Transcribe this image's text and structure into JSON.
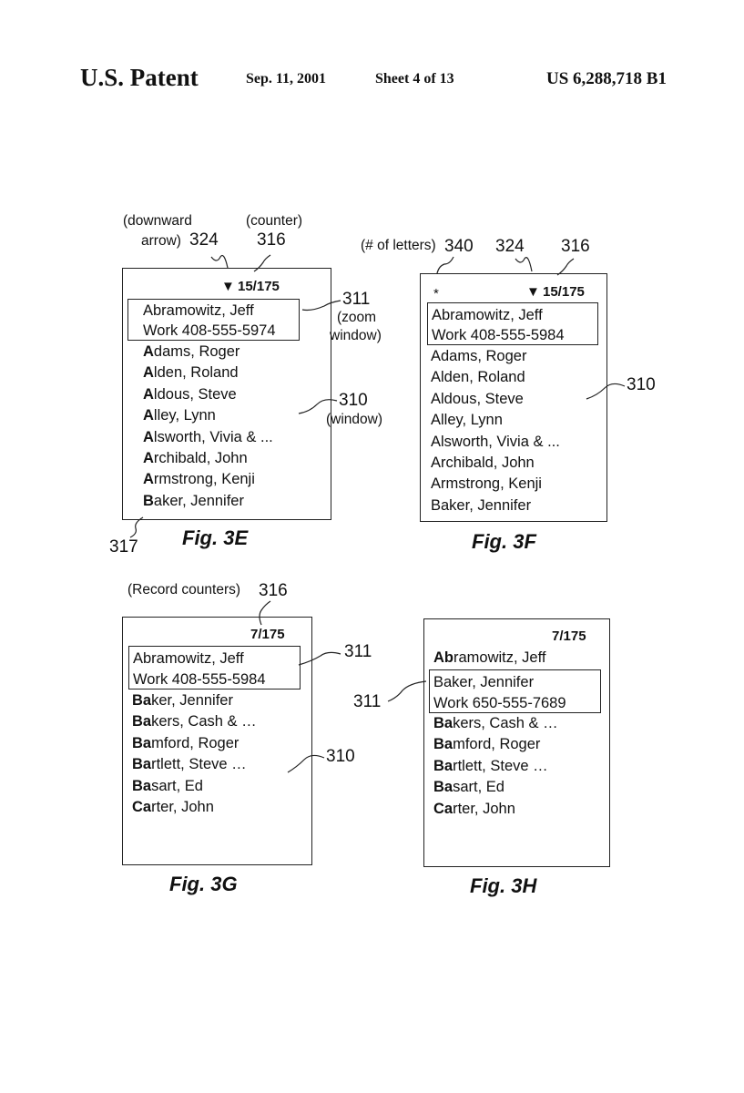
{
  "header": {
    "title": "U.S. Patent",
    "date": "Sep. 11, 2001",
    "sheet": "Sheet 4 of 13",
    "patent_number": "US 6,288,718 B1"
  },
  "fig3e": {
    "label": "Fig. 3E",
    "arrow_caption_1": "(downward",
    "arrow_caption_2": "arrow)",
    "arrow_ref": "324",
    "counter_caption": "(counter)",
    "counter_ref": "316",
    "arrow_glyph": "▼",
    "counter": "15/175",
    "zoom_name": "Abramowitz, Jeff",
    "zoom_phone": "Work  408-555-5974",
    "zoom_ref": "311",
    "zoom_caption_1": "(zoom",
    "zoom_caption_2": "window)",
    "window_ref": "310",
    "window_caption": "(window)",
    "bottom_ref": "317",
    "rows": [
      {
        "hl": "A",
        "rest": "dams, Roger"
      },
      {
        "hl": "A",
        "rest": "lden, Roland"
      },
      {
        "hl": "A",
        "rest": "ldous, Steve"
      },
      {
        "hl": "A",
        "rest": "lley, Lynn"
      },
      {
        "hl": "A",
        "rest": "lsworth, Vivia & ..."
      },
      {
        "hl": "A",
        "rest": "rchibald, John"
      },
      {
        "hl": "A",
        "rest": "rmstrong, Kenji"
      },
      {
        "hl": "B",
        "rest": "aker, Jennifer"
      }
    ]
  },
  "fig3f": {
    "label": "Fig. 3F",
    "letters_caption": "(# of letters)",
    "letters_ref": "340",
    "arrow_ref": "324",
    "counter_ref": "316",
    "asterisk": "*",
    "arrow_glyph": "▼",
    "counter": "15/175",
    "zoom_name": "Abramowitz, Jeff",
    "zoom_phone": "Work   408-555-5984",
    "window_ref": "310",
    "rows": [
      {
        "hl": "",
        "rest": "Adams, Roger"
      },
      {
        "hl": "",
        "rest": "Alden, Roland"
      },
      {
        "hl": "",
        "rest": "Aldous, Steve"
      },
      {
        "hl": "",
        "rest": "Alley, Lynn"
      },
      {
        "hl": "",
        "rest": "Alsworth, Vivia & ..."
      },
      {
        "hl": "",
        "rest": "Archibald, John"
      },
      {
        "hl": "",
        "rest": "Armstrong, Kenji"
      },
      {
        "hl": "",
        "rest": "Baker, Jennifer"
      }
    ]
  },
  "fig3g": {
    "label": "Fig. 3G",
    "counters_caption": "(Record counters)",
    "counters_ref": "316",
    "counter": "7/175",
    "zoom_name": "Abramowitz, Jeff",
    "zoom_phone": "Work   408-555-5984",
    "zoom_ref": "311",
    "window_ref": "310",
    "rows": [
      {
        "hl": "Ba",
        "rest": "ker, Jennifer"
      },
      {
        "hl": "Ba",
        "rest": "kers, Cash & …"
      },
      {
        "hl": "Ba",
        "rest": "mford, Roger"
      },
      {
        "hl": "Ba",
        "rest": "rtlett, Steve …"
      },
      {
        "hl": "Ba",
        "rest": "sart, Ed"
      },
      {
        "hl": "Ca",
        "rest": "rter, John"
      }
    ]
  },
  "fig3h": {
    "label": "Fig. 3H",
    "counter": "7/175",
    "top_row": {
      "hl": "Ab",
      "rest": "ramowitz, Jeff"
    },
    "zoom_name": "Baker, Jennifer",
    "zoom_phone": "Work    650-555-7689",
    "zoom_ref": "311",
    "rows": [
      {
        "hl": "Ba",
        "rest": "kers, Cash & …"
      },
      {
        "hl": "Ba",
        "rest": "mford, Roger"
      },
      {
        "hl": "Ba",
        "rest": "rtlett, Steve …"
      },
      {
        "hl": "Ba",
        "rest": "sart, Ed"
      },
      {
        "hl": "Ca",
        "rest": "rter, John"
      }
    ]
  }
}
